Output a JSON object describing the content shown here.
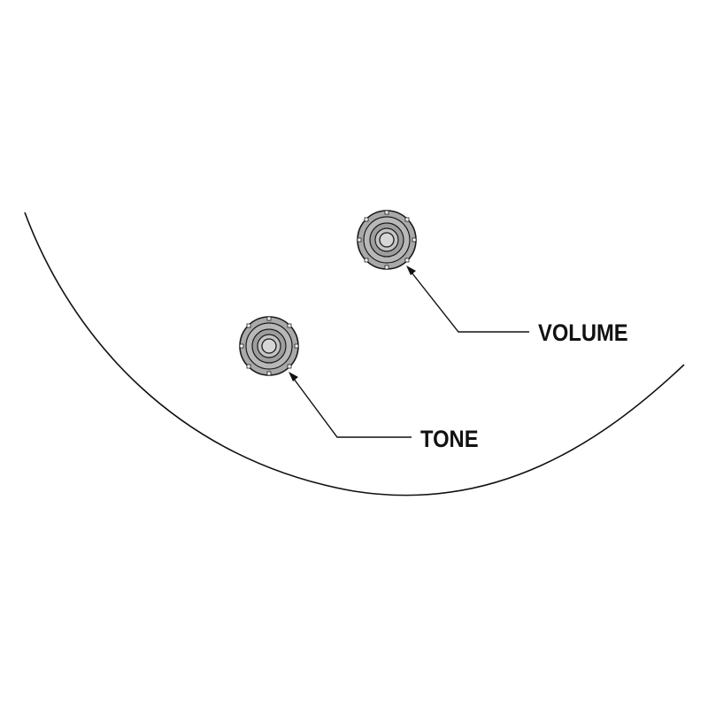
{
  "controls": [
    {
      "id": "volume",
      "label": "VOLUME",
      "knob_icon": "control-knob-icon"
    },
    {
      "id": "tone",
      "label": "TONE",
      "knob_icon": "control-knob-icon"
    }
  ],
  "colors": {
    "line": "#111111",
    "knob_fill": "#a9a9a9",
    "background": "#ffffff"
  }
}
